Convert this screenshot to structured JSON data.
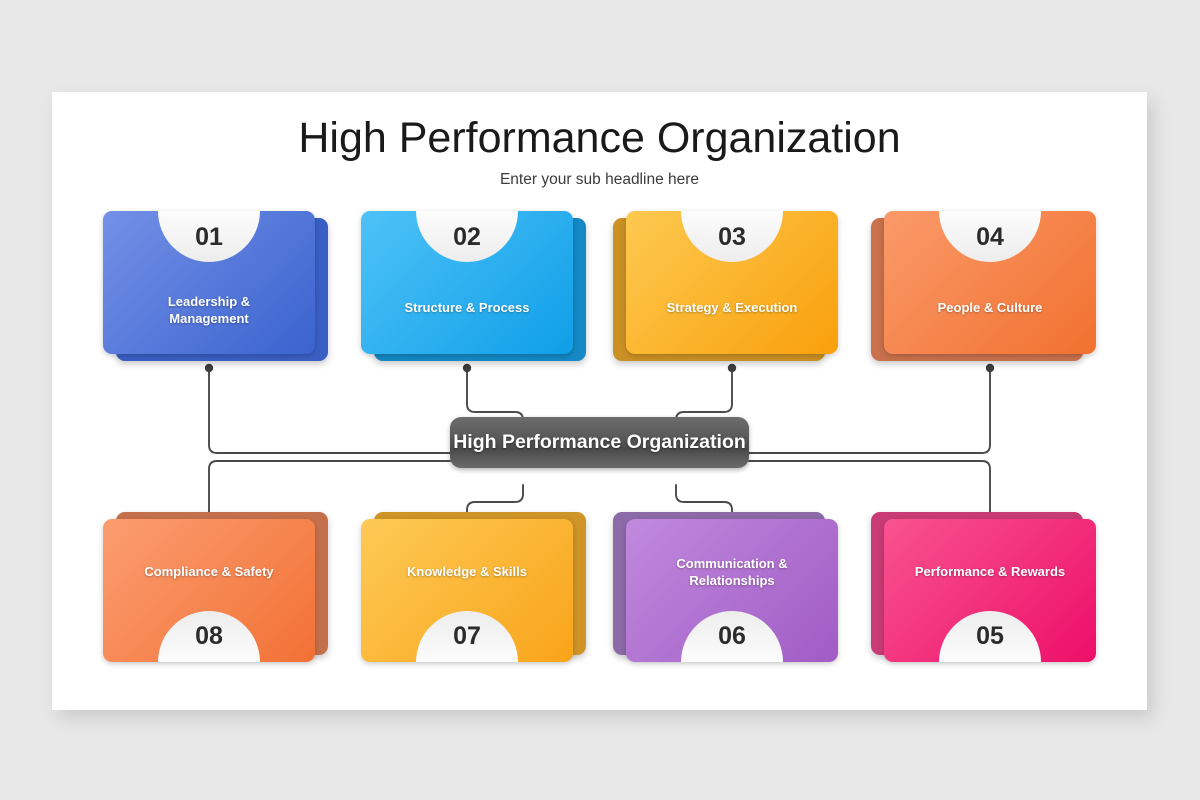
{
  "header": {
    "title": "High Performance Organization",
    "subtitle": "Enter your sub headline here"
  },
  "center": {
    "label": "High Performance Organization",
    "color": "#5a5a5a"
  },
  "cards": [
    {
      "number": "01",
      "label": "Leadership &\nManagement",
      "color_from": "#7490e6",
      "color_to": "#3a63cf",
      "shadow_color": "#3a5fc4",
      "row": "top"
    },
    {
      "number": "02",
      "label": "Structure & Process",
      "color_from": "#4ec2f7",
      "color_to": "#0f9fe8",
      "shadow_color": "#1489c4",
      "row": "top"
    },
    {
      "number": "03",
      "label": "Strategy & Execution",
      "color_from": "#fdc950",
      "color_to": "#f9a00c",
      "shadow_color": "#cb9125",
      "row": "top"
    },
    {
      "number": "04",
      "label": "People & Culture",
      "color_from": "#fa9a6a",
      "color_to": "#f1712f",
      "shadow_color": "#c8714c",
      "row": "top"
    },
    {
      "number": "05",
      "label": "Performance & Rewards",
      "color_from": "#f8538f",
      "color_to": "#ed0f69",
      "shadow_color": "#c93b74",
      "row": "bottom"
    },
    {
      "number": "06",
      "label": "Communication &\nRelationships",
      "color_from": "#c189de",
      "color_to": "#a05cc4",
      "shadow_color": "#8c6aa8",
      "row": "bottom"
    },
    {
      "number": "07",
      "label": "Knowledge & Skills",
      "color_from": "#fdca55",
      "color_to": "#f9a41a",
      "shadow_color": "#cf9426",
      "row": "bottom"
    },
    {
      "number": "08",
      "label": "Compliance & Safety",
      "color_from": "#fb9d71",
      "color_to": "#f27134",
      "shadow_color": "#c4704c",
      "row": "bottom"
    }
  ]
}
